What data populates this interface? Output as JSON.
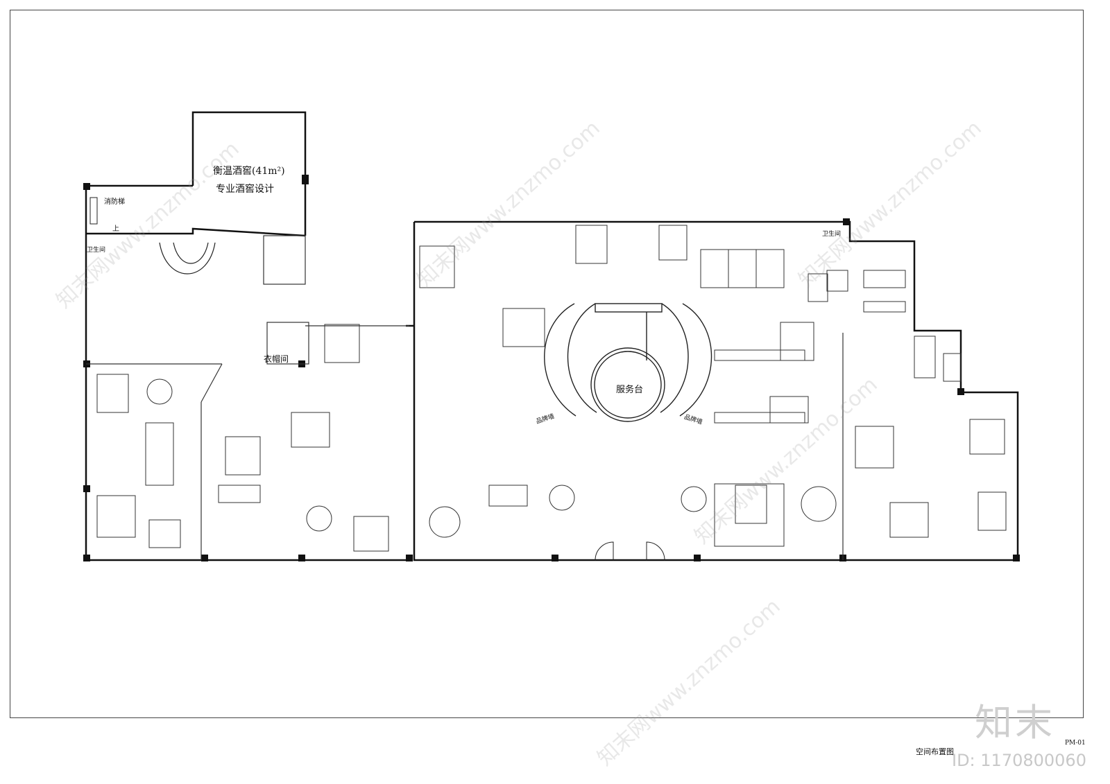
{
  "labels": {
    "wine_cellar_title": "衡温酒窖(41m²)",
    "wine_cellar_subtitle": "专业酒窖设计",
    "fire_stairs": "消防梯",
    "up": "上",
    "restroom_left": "卫生间",
    "restroom_right": "卫生间",
    "closet": "衣帽间",
    "service_desk": "服务台",
    "brand_wall_left": "品牌墙",
    "brand_wall_right": "品牌墙"
  },
  "title_block": {
    "sheet_name": "空间布置图",
    "sheet_number": "PM-01"
  },
  "watermark": {
    "logo_text": "知末",
    "id_text": "ID: 1170800060",
    "site_text": "知末网www.znzmo.com"
  }
}
